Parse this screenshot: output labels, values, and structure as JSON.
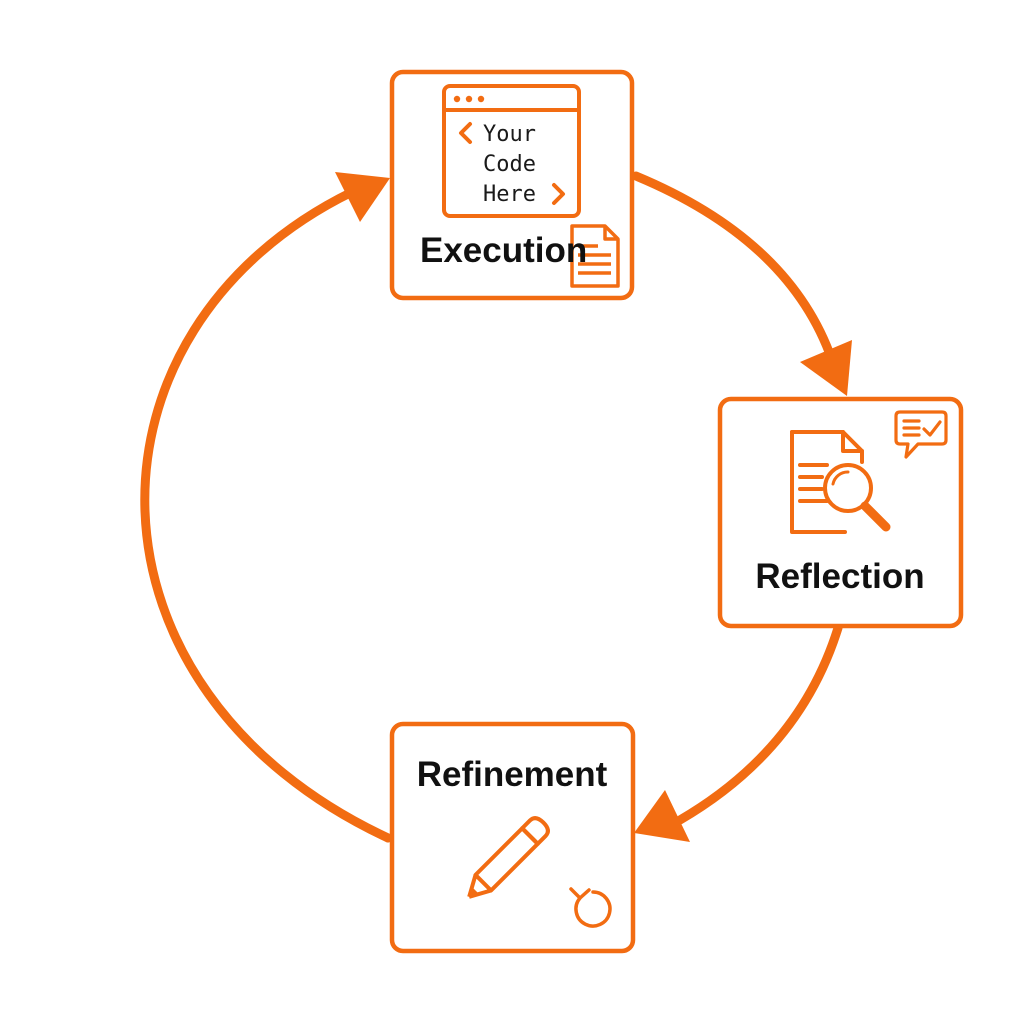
{
  "colors": {
    "accent": "#F26C12",
    "text": "#111111",
    "background": "#FFFFFF"
  },
  "stages": {
    "execution": {
      "label": "Execution",
      "code_lines": [
        "Your",
        "Code",
        "Here"
      ],
      "icons": [
        "code-window-icon",
        "document-icon"
      ]
    },
    "reflection": {
      "label": "Reflection",
      "icons": [
        "document-search-icon",
        "chat-check-icon"
      ]
    },
    "refinement": {
      "label": "Refinement",
      "icons": [
        "pencil-icon",
        "undo-icon"
      ]
    }
  },
  "flow": [
    "execution",
    "reflection",
    "refinement",
    "execution"
  ]
}
